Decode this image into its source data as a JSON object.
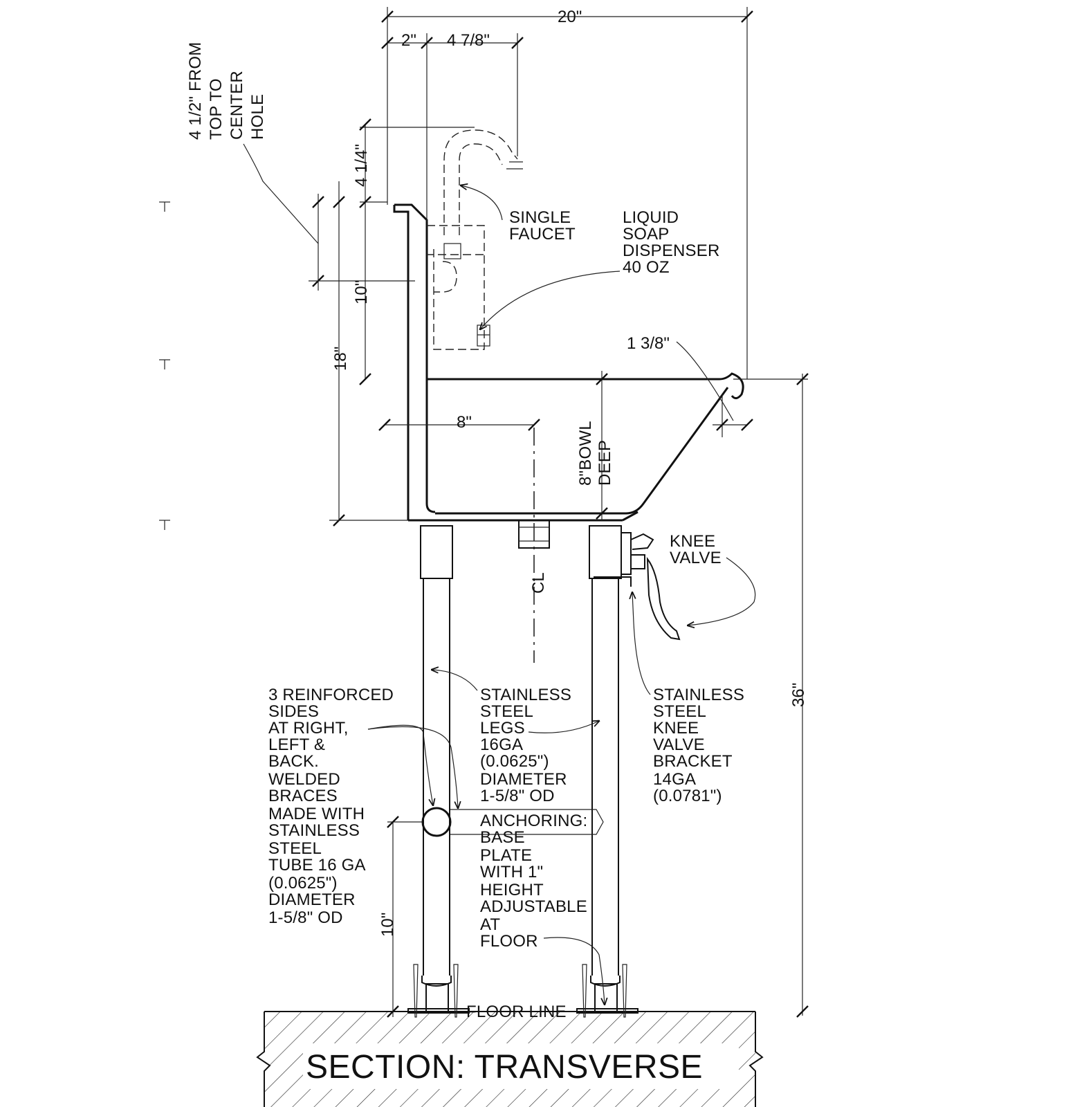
{
  "title": "SECTION: TRANSVERSE",
  "dimensions": {
    "overall_width": "20\"",
    "backsplash_offset": "2\"",
    "spout_reach": "4 7/8\"",
    "hole_note": "4 1/2\"  FROM TOP TO CENTER HOLE",
    "faucet_height": "4 1/4\"",
    "backsplash_height": "10\"",
    "bowl_to_top": "18\"",
    "bowl_width": "8\"",
    "bowl_depth": "8\"BOWL DEEP",
    "rim_radius": "1 3/8\"",
    "overall_height": "36\"",
    "brace_height": "10\""
  },
  "labels": {
    "hole_note_lines": [
      "4 1/2\"  FROM",
      "TOP TO",
      "CENTER",
      "HOLE"
    ],
    "faucet": [
      "SINGLE",
      "FAUCET"
    ],
    "soap": [
      "LIQUID",
      "SOAP",
      "DISPENSER",
      "40 OZ"
    ],
    "knee_valve": [
      "KNEE",
      "VALVE"
    ],
    "bowl_depth_lines": [
      "8\"BOWL",
      "DEEP"
    ],
    "centerline": "CL",
    "braces": [
      "3 REINFORCED",
      "SIDES",
      "AT RIGHT,",
      "LEFT &",
      "BACK.",
      "WELDED",
      "BRACES",
      "MADE WITH",
      "STAINLESS",
      "STEEL",
      "TUBE 16 GA",
      "(0.0625\")",
      "DIAMETER",
      "1-5/8\" OD"
    ],
    "legs": [
      "STAINLESS",
      "STEEL",
      "LEGS",
      "16GA",
      "(0.0625\")",
      "DIAMETER",
      "1-5/8\" OD"
    ],
    "anchoring": [
      "ANCHORING:",
      "BASE",
      "PLATE",
      "WITH 1\"",
      "HEIGHT",
      "ADJUSTABLE",
      "AT",
      "FLOOR"
    ],
    "bracket": [
      "STAINLESS",
      "STEEL",
      "KNEE",
      "VALVE",
      "BRACKET",
      "14GA",
      "(0.0781\")"
    ],
    "floor": "FLOOR LINE"
  }
}
